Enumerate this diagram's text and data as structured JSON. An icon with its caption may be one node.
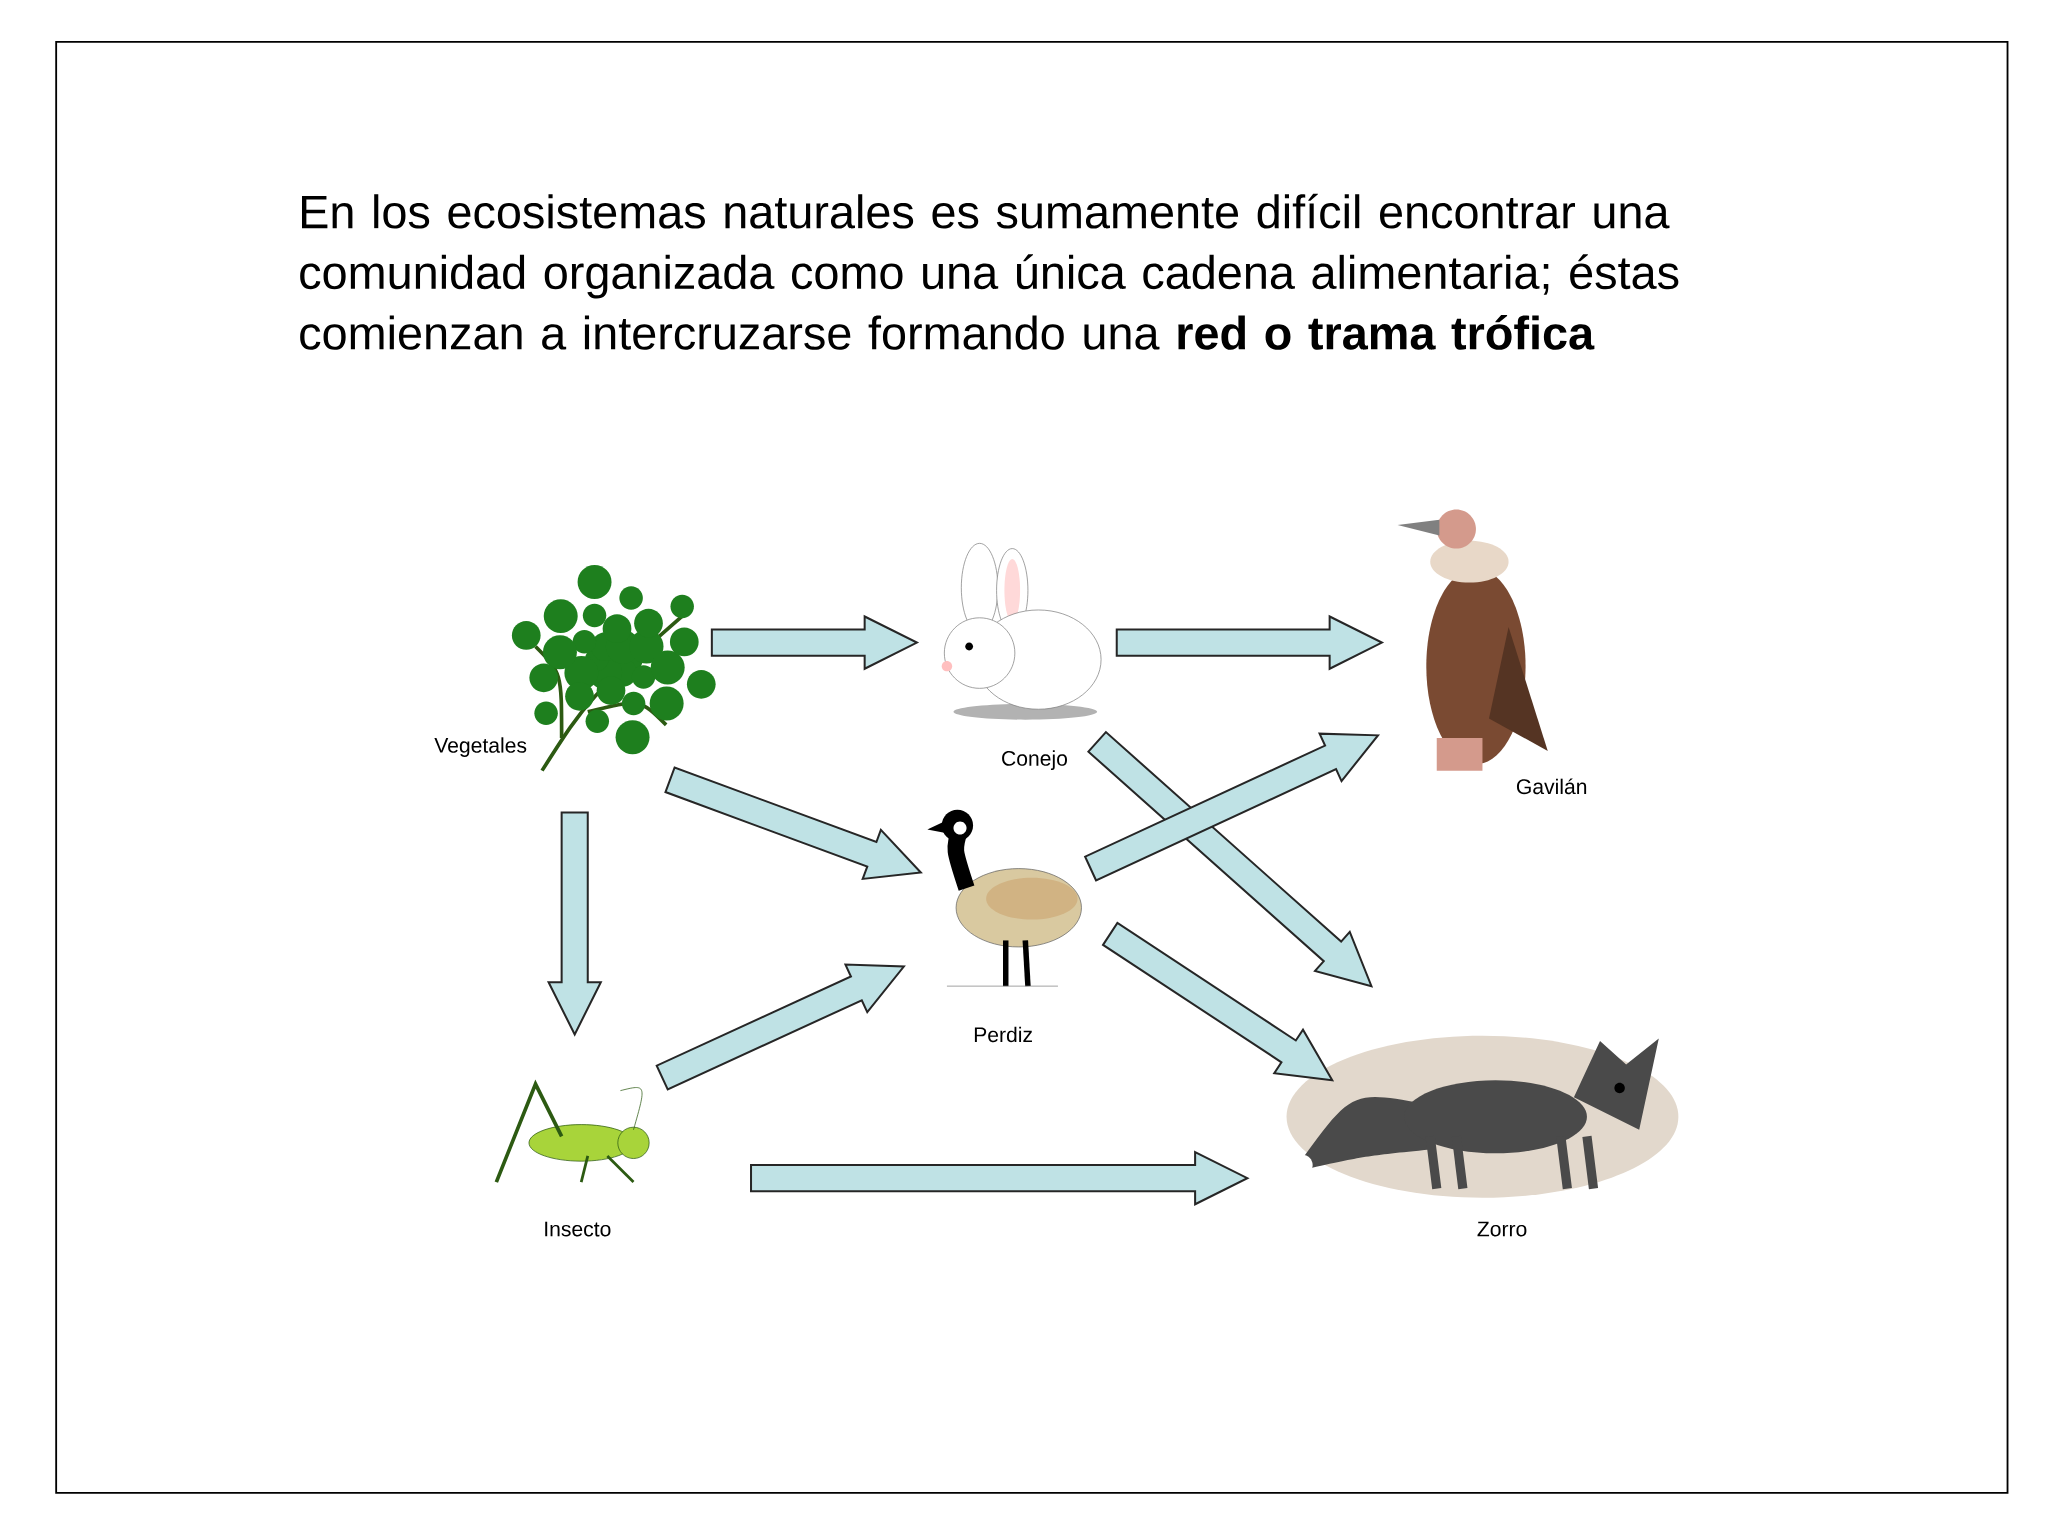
{
  "diagram": {
    "title": "En los ecosistemas naturales es sumamente difícil encontrar una comunidad organizada como una única cadena alimentaria; éstas comienzan a intercruzarse formando una **red o trama trófica**",
    "nodes": [
      {
        "text": [
          "Vegetales"
        ]
      },
      {
        "text": [
          "Conejo"
        ]
      },
      {
        "text": [
          "Gavilán"
        ]
      },
      {
        "text": [
          "Perdiz"
        ]
      },
      {
        "text": [
          "Insecto"
        ]
      },
      {
        "text": [
          "Zorro"
        ]
      }
    ],
    "edges": [
      {
        "from": 0,
        "to": 1,
        "arrow": "to"
      },
      {
        "from": 0,
        "to": 3,
        "arrow": "to"
      },
      {
        "from": 0,
        "to": 4,
        "arrow": "to"
      },
      {
        "from": 1,
        "to": 2,
        "arrow": "to"
      },
      {
        "from": 1,
        "to": 5,
        "arrow": "to"
      },
      {
        "from": 3,
        "to": 2,
        "arrow": "to"
      },
      {
        "from": 3,
        "to": 5,
        "arrow": "to"
      },
      {
        "from": 4,
        "to": 3,
        "arrow": "to"
      },
      {
        "from": 4,
        "to": 5,
        "arrow": "to"
      }
    ]
  }
}
